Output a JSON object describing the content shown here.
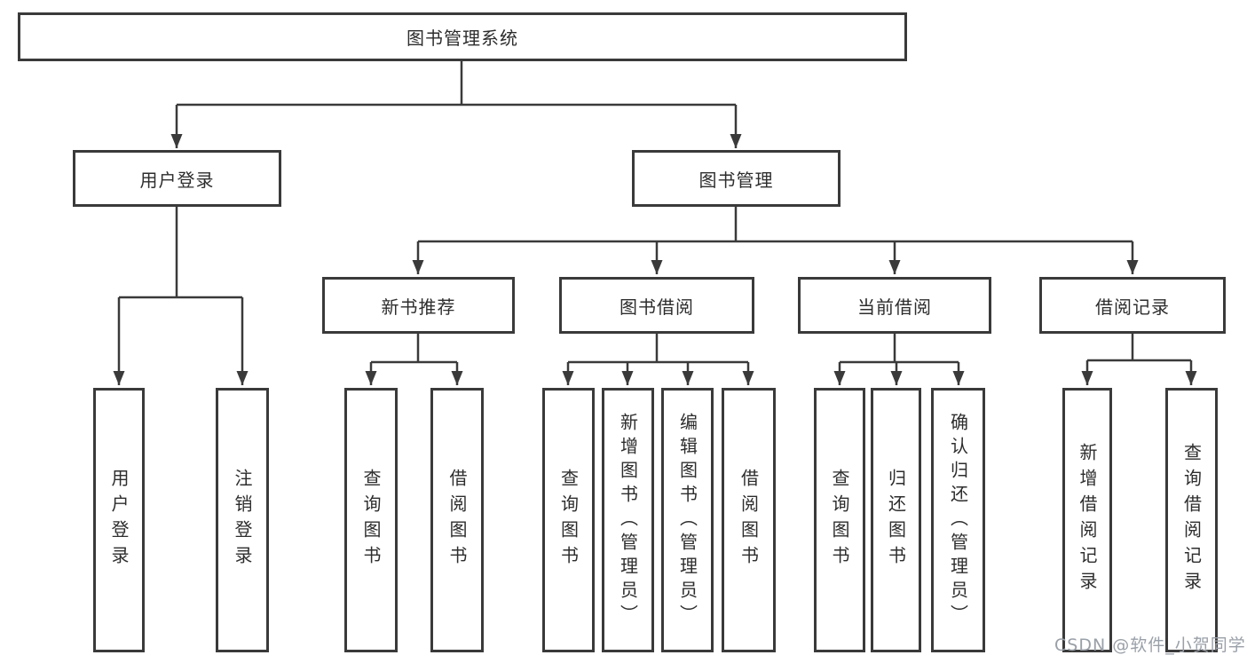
{
  "diagram_title": "图书管理系统",
  "tree": {
    "label": "图书管理系统",
    "children": [
      {
        "label": "用户登录",
        "children": [
          {
            "label": "用户登录"
          },
          {
            "label": "注销登录"
          }
        ]
      },
      {
        "label": "图书管理",
        "children": [
          {
            "label": "新书推荐",
            "children": [
              {
                "label": "查询图书"
              },
              {
                "label": "借阅图书"
              }
            ]
          },
          {
            "label": "图书借阅",
            "children": [
              {
                "label": "查询图书"
              },
              {
                "label": "新增图书（管理员）"
              },
              {
                "label": "编辑图书（管理员）"
              },
              {
                "label": "借阅图书"
              }
            ]
          },
          {
            "label": "当前借阅",
            "children": [
              {
                "label": "查询图书"
              },
              {
                "label": "归还图书"
              },
              {
                "label": "确认归还（管理员）"
              }
            ]
          },
          {
            "label": "借阅记录",
            "children": [
              {
                "label": "新增借阅记录"
              },
              {
                "label": "查询借阅记录"
              }
            ]
          }
        ]
      }
    ]
  },
  "watermark": {
    "text": "CSDN @软件_小贺同学"
  },
  "colors": {
    "line": "#3a3a3a",
    "text": "#2d2d2d",
    "background": "#ffffff",
    "watermark": "#9aa0a8"
  }
}
